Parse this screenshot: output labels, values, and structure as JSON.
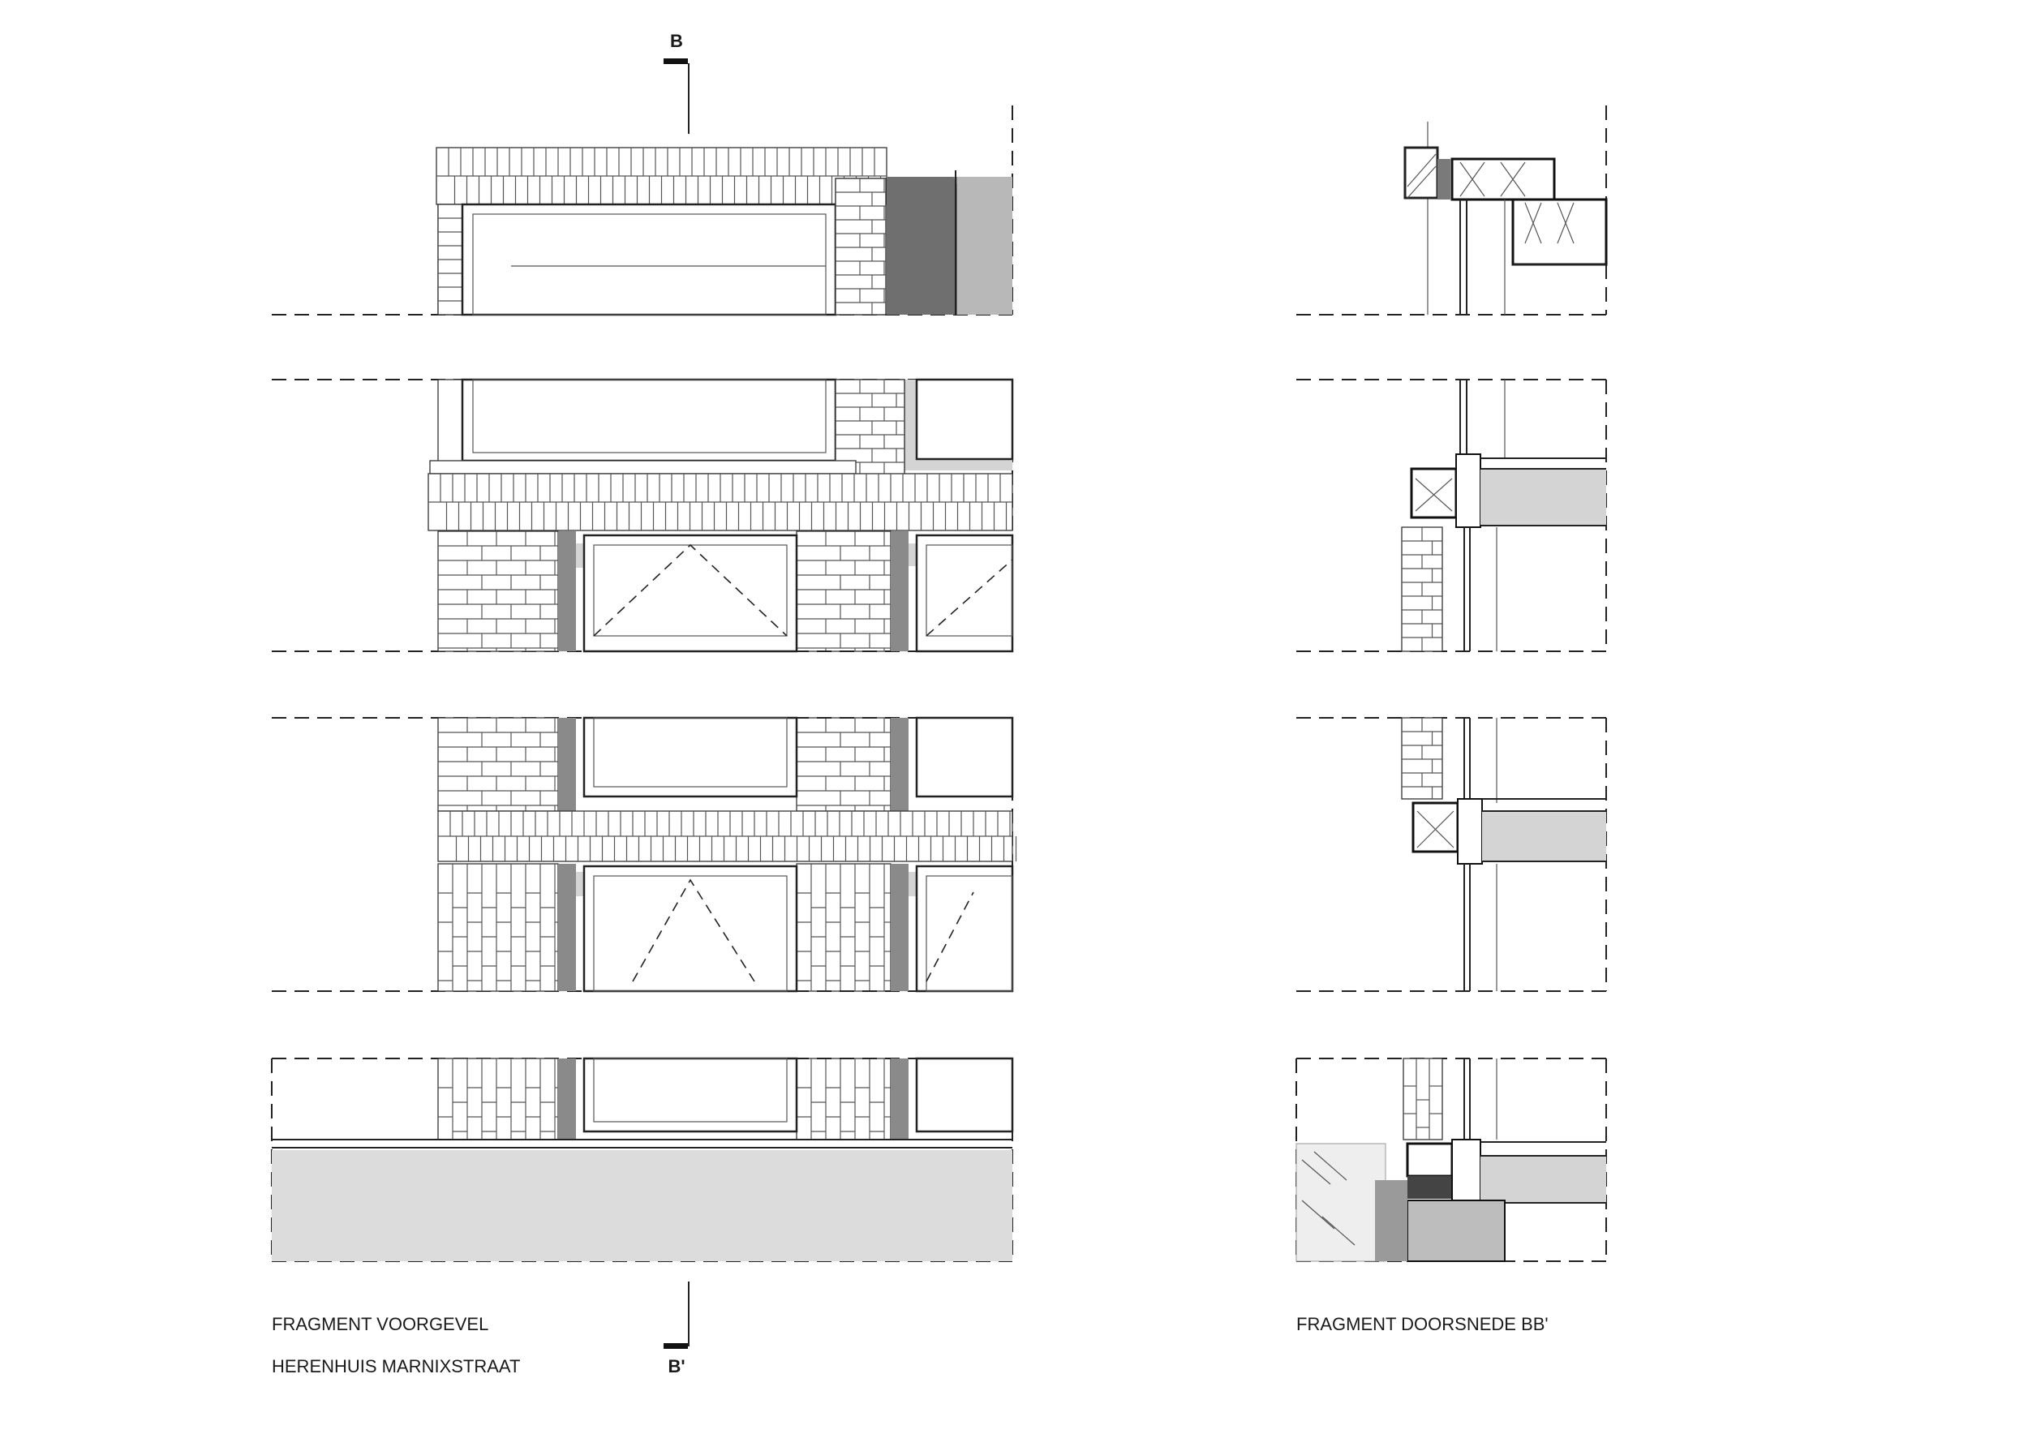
{
  "section_marks": {
    "top": "B",
    "bottom": "B'"
  },
  "captions": {
    "elevation_title": "FRAGMENT VOORGEVEL",
    "elevation_subtitle": "HERENHUIS MARNIXSTRAAT",
    "section_title": "FRAGMENT DOORSNEDE BB'"
  }
}
